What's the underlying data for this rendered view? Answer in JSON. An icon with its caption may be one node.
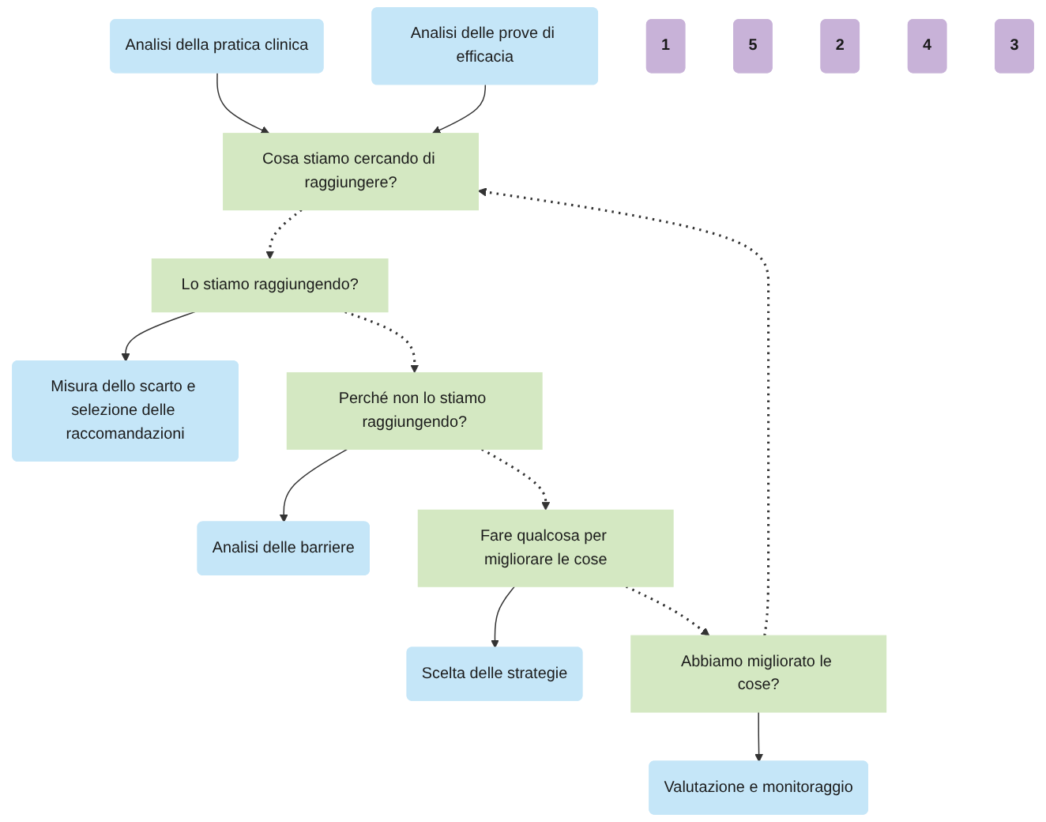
{
  "diagram": {
    "nodes": [
      {
        "text": [
          "Analisi della pratica clinica"
        ]
      },
      {
        "text": [
          "Analisi delle prove di efficacia"
        ]
      },
      {
        "text": [
          "1"
        ]
      },
      {
        "text": [
          "Cosa stiamo cercando di raggiungere?"
        ]
      },
      {
        "text": [
          "Misura dello scarto e selezione delle raccomandazioni"
        ]
      },
      {
        "text": [
          "Valutazione e monitoraggio"
        ]
      },
      {
        "text": [
          "5"
        ]
      },
      {
        "text": [
          "Abbiamo migliorato le cose?"
        ]
      },
      {
        "text": [
          "Lo stiamo raggiungendo?"
        ]
      },
      {
        "text": [
          "2"
        ]
      },
      {
        "text": [
          "Fare qualcosa per migliorare le cose"
        ]
      },
      {
        "text": [
          "Perché non lo stiamo raggiungendo?"
        ]
      },
      {
        "text": [
          "4"
        ]
      },
      {
        "text": [
          "3"
        ]
      },
      {
        "text": [
          "Scelta delle strategie"
        ]
      },
      {
        "text": [
          "Analisi delle barriere"
        ]
      }
    ],
    "edges": [
      {
        "from": 0,
        "to": 3,
        "arrow": "to"
      },
      {
        "from": 1,
        "to": 3,
        "arrow": "to"
      },
      {
        "from": 3,
        "to": 8,
        "arrow": "to",
        "style": "dashed"
      },
      {
        "from": 8,
        "to": 4,
        "arrow": "to"
      },
      {
        "from": 8,
        "to": 11,
        "arrow": "to",
        "style": "dashed"
      },
      {
        "from": 11,
        "to": 15,
        "arrow": "to"
      },
      {
        "from": 11,
        "to": 10,
        "arrow": "to",
        "style": "dashed"
      },
      {
        "from": 10,
        "to": 14,
        "arrow": "to"
      },
      {
        "from": 10,
        "to": 7,
        "arrow": "to",
        "style": "dashed"
      },
      {
        "from": 7,
        "to": 5,
        "arrow": "to"
      },
      {
        "from": 7,
        "to": 3,
        "arrow": "to",
        "style": "dashed"
      }
    ]
  }
}
